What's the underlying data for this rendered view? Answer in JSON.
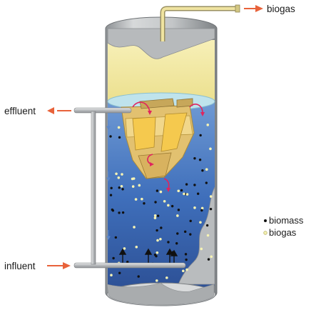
{
  "labels": {
    "biogas_outlet": "biogas",
    "effluent": "effluent",
    "influent": "influent"
  },
  "legend": {
    "biomass": "biomass",
    "biogas": "biogas"
  },
  "colors": {
    "arrow": "#e8623a",
    "tank_shell": "#b9bcbe",
    "gas_zone": "#f3eba2",
    "liquid": "#3c6db7",
    "separator": "#e2c170",
    "biomass_particle": "#111111",
    "biogas_bubble": "#f6f3b4",
    "pipe": "#c8cacc"
  },
  "icons": {
    "flow_arrow": "arrow-icon",
    "recirculation": "curved-arrow-icon"
  }
}
